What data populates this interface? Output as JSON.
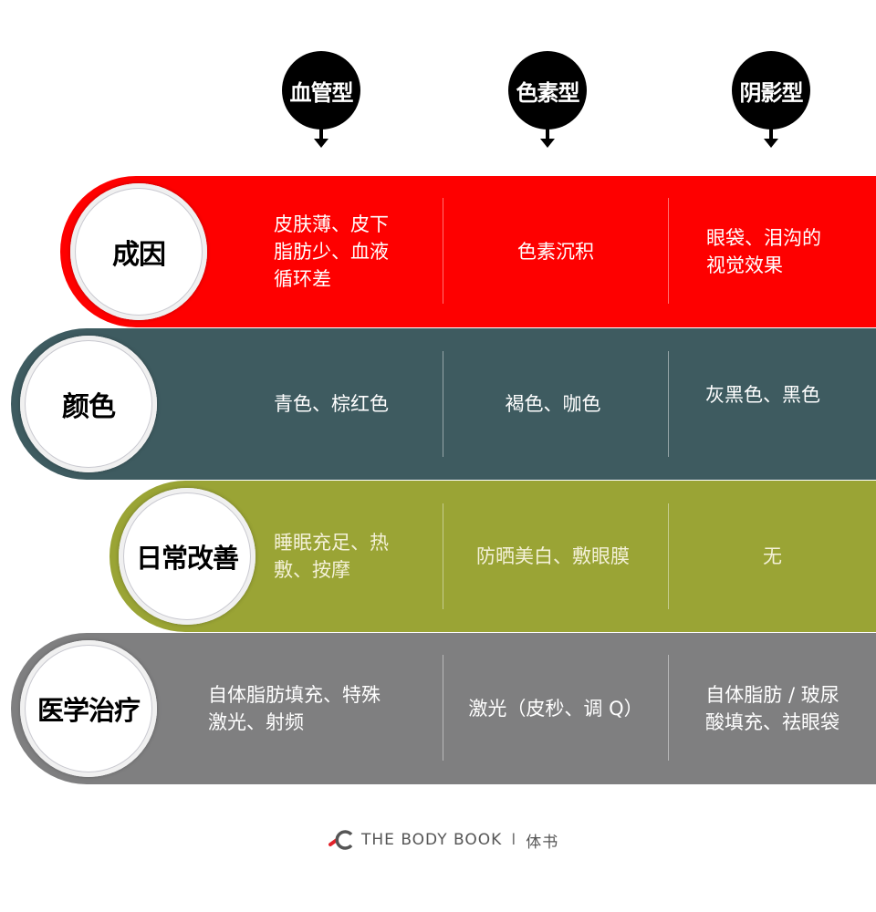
{
  "columns": [
    {
      "label": "血管型"
    },
    {
      "label": "色素型"
    },
    {
      "label": "阴影型"
    }
  ],
  "rows": [
    {
      "label": "成因",
      "color": "#fe0000",
      "cells": [
        "皮肤薄、皮下脂肪少、血液循环差",
        "色素沉积",
        "眼袋、泪沟的视觉效果"
      ],
      "cell_lines": [
        [
          "皮肤薄、皮下",
          "脂肪少、血液",
          "循环差"
        ],
        [
          "色素沉积"
        ],
        [
          "眼袋、泪沟的",
          "视觉效果"
        ]
      ]
    },
    {
      "label": "颜色",
      "color": "#3e5b60",
      "cells": [
        "青色、棕红色",
        "褐色、咖色",
        "灰黑色、黑色"
      ],
      "cell_lines": [
        [
          "青色、棕红色"
        ],
        [
          "褐色、咖色"
        ],
        [
          "灰黑色、黑色"
        ]
      ]
    },
    {
      "label": "日常改善",
      "color": "#9aa435",
      "cells": [
        "睡眠充足、热敷、按摩",
        "防晒美白、敷眼膜",
        "无"
      ],
      "cell_lines": [
        [
          "睡眠充足、热",
          "敷、按摩"
        ],
        [
          "防晒美白、敷眼膜"
        ],
        [
          "无"
        ]
      ]
    },
    {
      "label": "医学治疗",
      "color": "#7f7f80",
      "cells": [
        "自体脂肪填充、特殊激光、射频",
        "激光（皮秒、调 Q）",
        "自体脂肪 / 玻尿酸填充、祛眼袋"
      ],
      "cell_lines": [
        [
          "自体脂肪填充、特殊",
          "激光、射频"
        ],
        [
          "激光（皮秒、调 Q）"
        ],
        [
          "自体脂肪 / 玻尿",
          "酸填充、祛眼袋"
        ]
      ]
    }
  ],
  "footer": {
    "brand": "THE BODY BOOK",
    "separator": "I",
    "brand_cn": "体书",
    "logo_accent": "#e3222a",
    "logo_ring": "#555555"
  }
}
